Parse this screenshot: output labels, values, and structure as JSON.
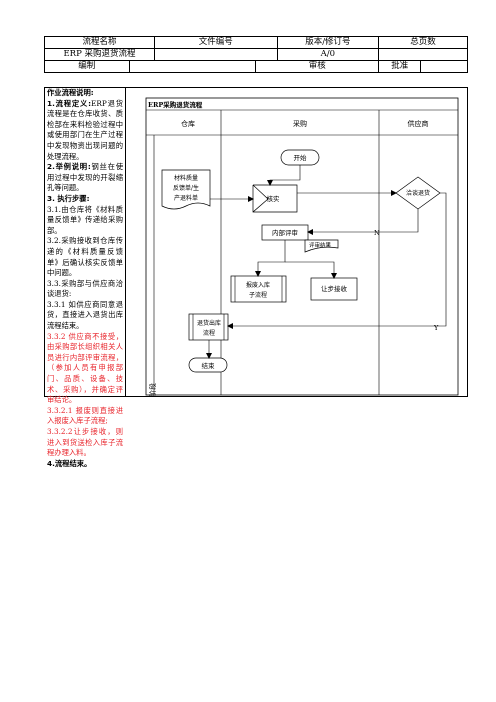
{
  "header": {
    "row1": [
      "流程名称",
      "文件编号",
      "版本/修订号",
      "总页数"
    ],
    "process_name": "ERP 采购退货流程",
    "version": "A/0",
    "row3": [
      "编制",
      "审核",
      "批准"
    ]
  },
  "description": {
    "title": "作业流程说明:",
    "def_label": "1.流程定义:",
    "def_text": "ERP退货流程是在仓库收货、质检部在来料检验过程中或使用部门在生产过程中发现物资出现问题的处理流程。",
    "example_label": "2.举例说明:",
    "example_text": "钢丝在使用过程中发现的开裂缩孔等问题。",
    "steps_label": "3. 执行步骤:",
    "steps": [
      "3.1.由仓库将《材料质量反馈单》传递给采购部。",
      "3.2.采购接收到仓库传递的《材料质量反馈单》后确认核实反馈单中问题。",
      "3.3.采购部与供应商洽谈退货:",
      "3.3.1 如供应商同意退货，直接进入退货出库流程结束。"
    ],
    "red_steps": [
      "3.3.2 供应商不接受，由采购部长组织相关人员进行内部评审流程，（参加人员有申报部门、品质、设备、技术、采购），并确定评审结论。",
      "3.3.2.1 报废则直接进入报废入库子流程;",
      "3.3.2.2让步接收，则进入到货送检入库子流程办理入料。"
    ],
    "end_label": "4.流程结束。"
  },
  "flowchart": {
    "title": "ERP采购退货流程",
    "lanes": [
      "仓库",
      "采购",
      "供应商"
    ],
    "phase": "阶段",
    "nodes": {
      "start": "开始",
      "verify": "核实",
      "doc": [
        "材料质量",
        "反馈单/生",
        "产退料单"
      ],
      "negotiate": "洽谈退货",
      "review": "内部评审",
      "review_result": "评审结果",
      "scrap": [
        "报废入库",
        "子流程"
      ],
      "concession": "让步接收",
      "return_out": [
        "退货出库",
        "流程"
      ],
      "end": "结束"
    },
    "labels": {
      "no": "N",
      "yes": "Y"
    }
  }
}
